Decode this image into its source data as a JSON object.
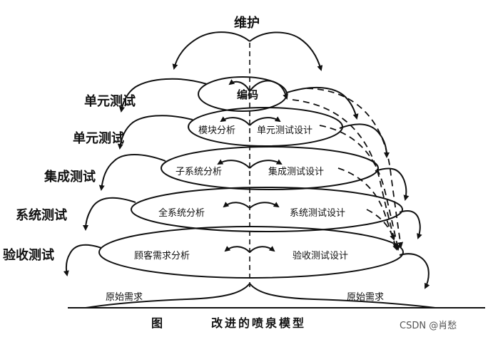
{
  "diagram": {
    "top_label": "维护",
    "side_labels": [
      "单元测试",
      "单元测试",
      "集成测试",
      "系统测试",
      "验收测试"
    ],
    "levels": [
      {
        "left": "编码",
        "right": ""
      },
      {
        "left": "模块分析",
        "right": "单元测试设计"
      },
      {
        "left": "子系统分析",
        "right": "集成测试设计"
      },
      {
        "left": "全系统分析",
        "right": "系统测试设计"
      },
      {
        "left": "顾客需求分析",
        "right": "验收测试设计"
      }
    ],
    "ground_left": "原始需求",
    "ground_right": "原始需求",
    "caption_figure": "图",
    "caption_title": "改进的喷泉模型",
    "watermark": "CSDN @肖愁"
  },
  "colors": {
    "ink": "#111111",
    "background": "#ffffff"
  }
}
